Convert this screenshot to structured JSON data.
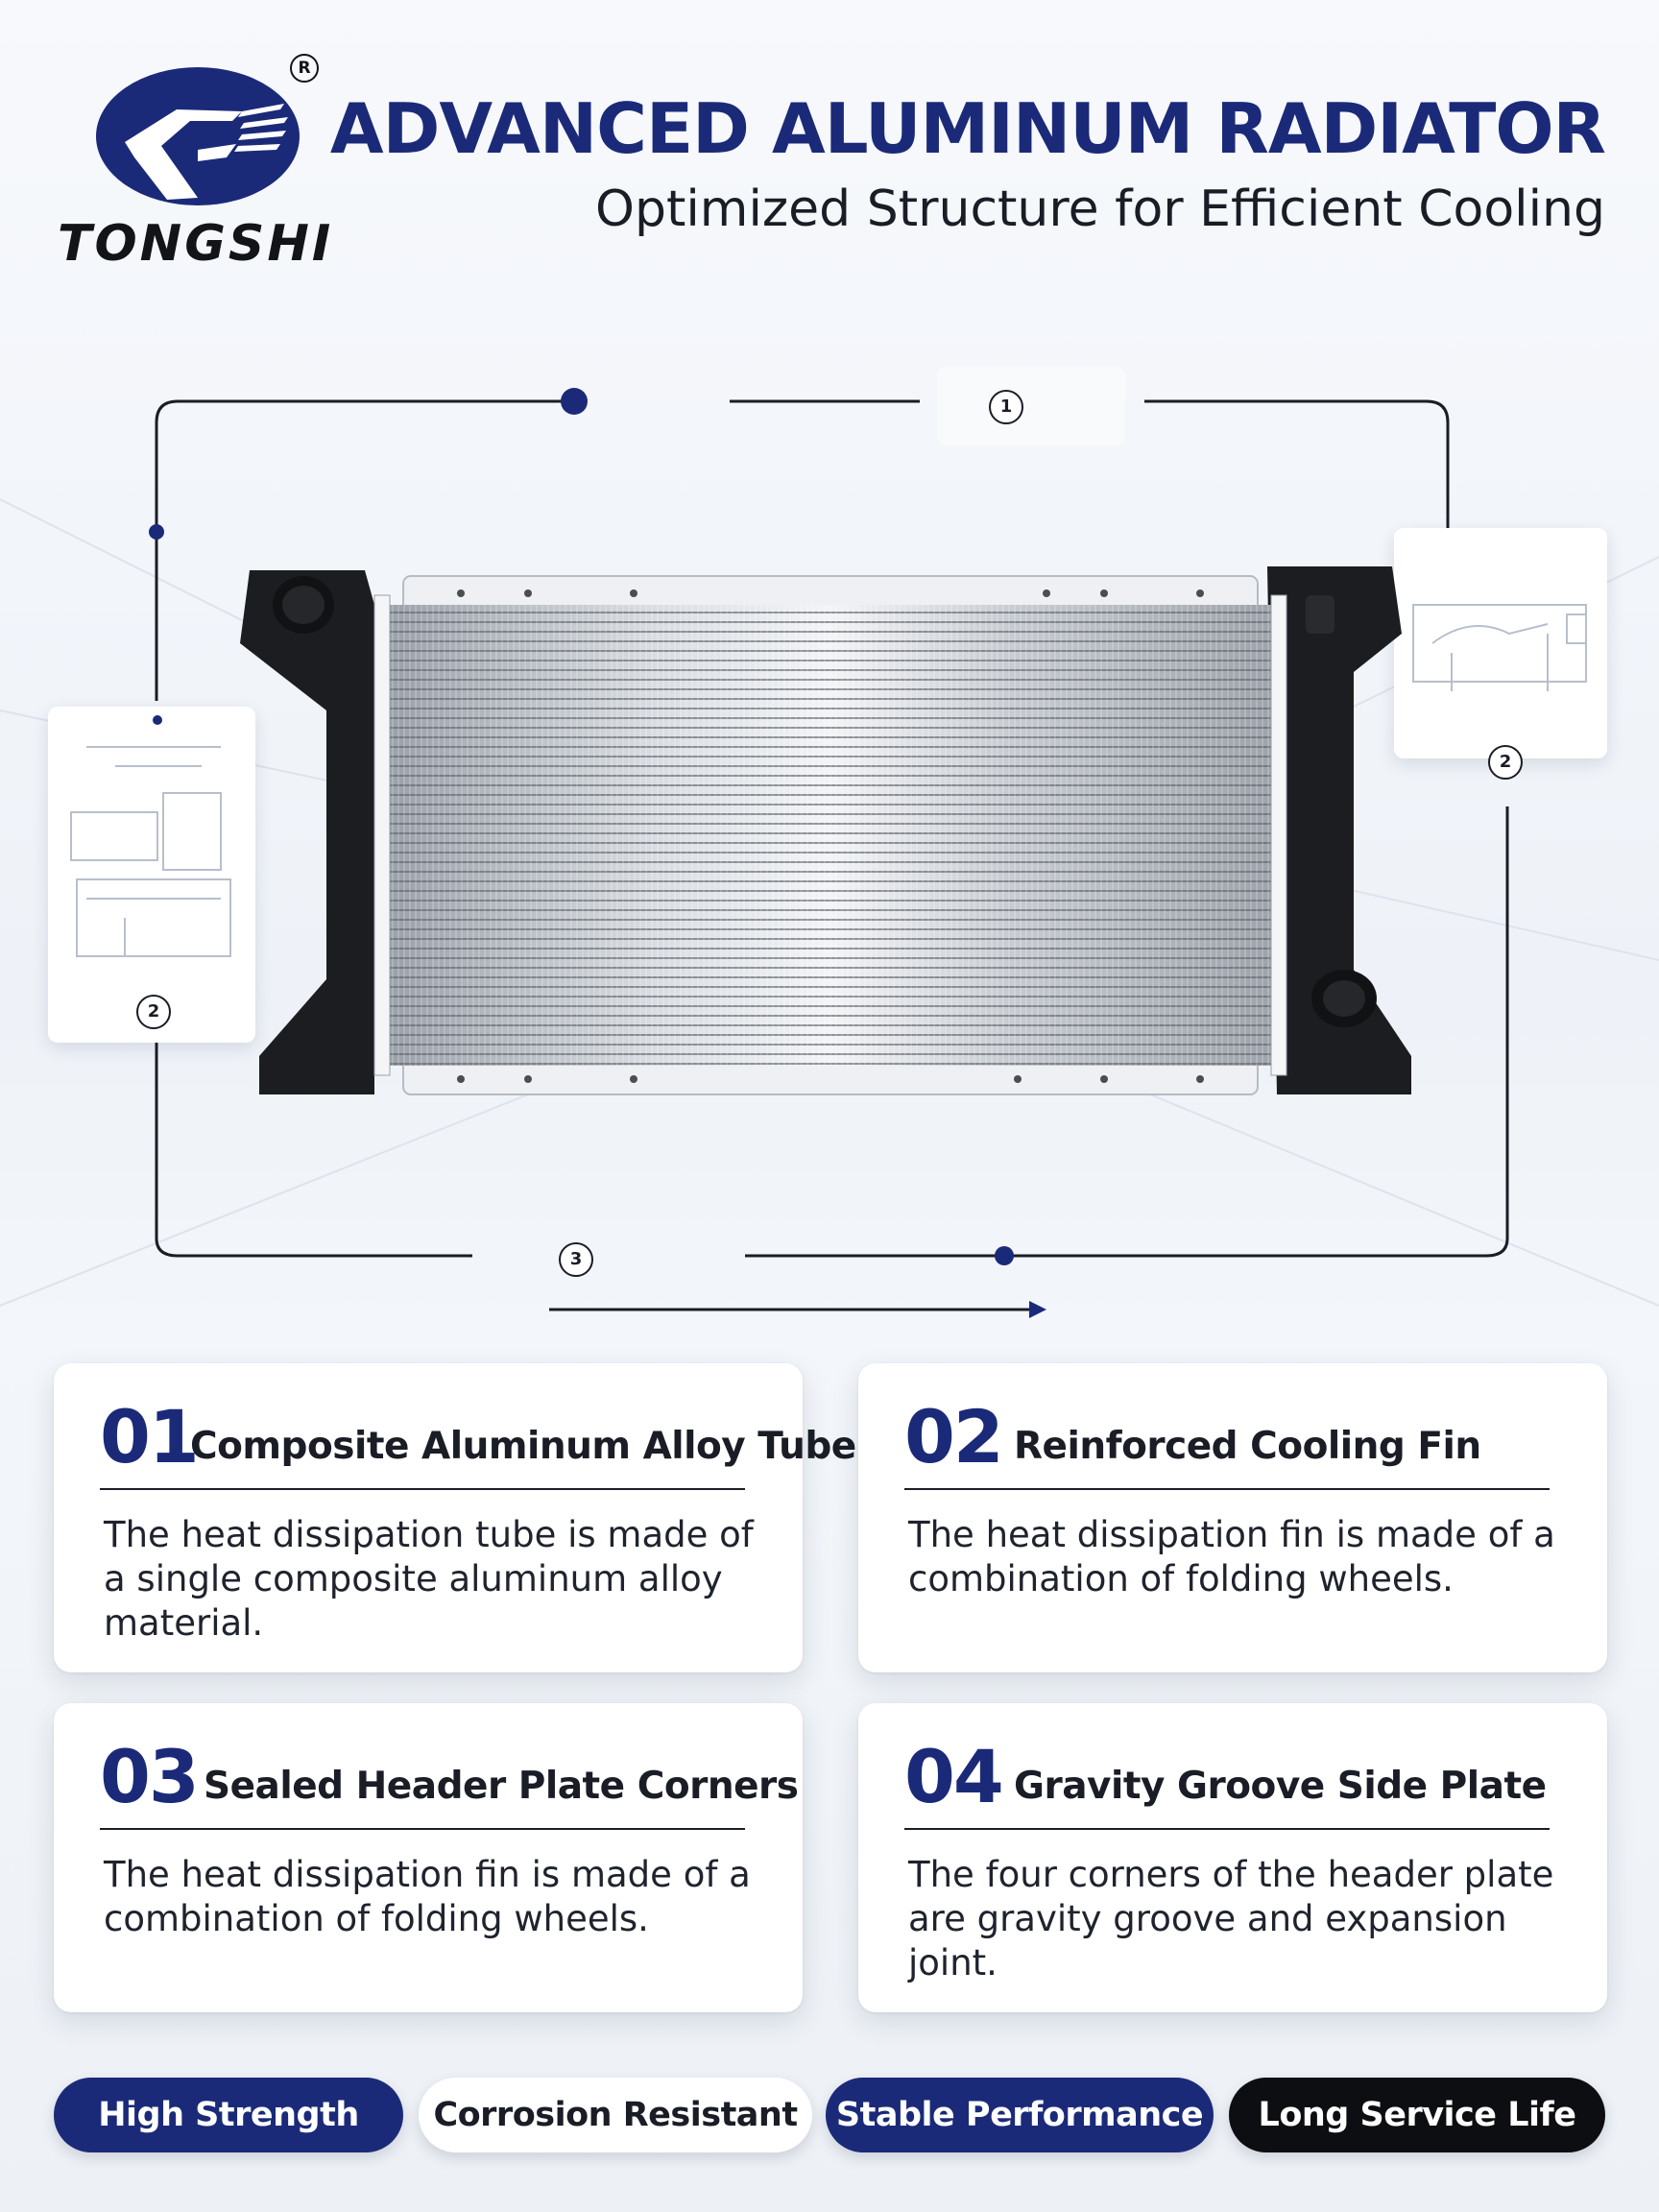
{
  "brand": {
    "name": "TONGSHI",
    "registered_mark": "R"
  },
  "header": {
    "title": "ADVANCED ALUMINUM RADIATOR",
    "subtitle": "Optimized Structure for Efficient Cooling"
  },
  "diagram": {
    "callouts": [
      "1",
      "2",
      "2",
      "3"
    ]
  },
  "features": [
    {
      "num": "01",
      "title": "Composite Aluminum Alloy Tube",
      "desc": "The heat dissipation tube is made of a single composite aluminum alloy material."
    },
    {
      "num": "02",
      "title": "Reinforced Cooling Fin",
      "desc": "The heat dissipation fin is made of a combination of folding wheels."
    },
    {
      "num": "03",
      "title": "Sealed Header Plate Corners",
      "desc": "The heat dissipation fin is made of a combination of folding wheels."
    },
    {
      "num": "04",
      "title": "Gravity Groove Side Plate",
      "desc": "The four corners of the header plate are gravity groove and expansion joint."
    }
  ],
  "badges": [
    {
      "label": "High Strength",
      "style": "navy"
    },
    {
      "label": "Corrosion Resistant",
      "style": "white"
    },
    {
      "label": "Stable Performance",
      "style": "navy"
    },
    {
      "label": "Long Service Life",
      "style": "black"
    }
  ],
  "colors": {
    "brand_navy": "#1b2a78",
    "dark": "#0d0e12",
    "card": "#ffffff"
  },
  "icons": [
    "tongshi-logo-icon",
    "radiator-image-icon",
    "arrow-right-icon"
  ]
}
